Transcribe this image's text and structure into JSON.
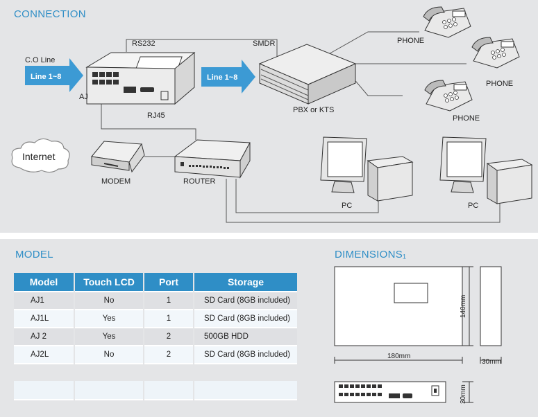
{
  "connection": {
    "title": "CONNECTION",
    "labels": {
      "co_line": "C.O Line",
      "line_in": "Line 1~8",
      "line_out": "Line 1~8",
      "rs232": "RS232",
      "smdr": "SMDR",
      "aj": "AJ",
      "rj45": "RJ45",
      "pbx": "PBX or KTS",
      "phone": "PHONE",
      "internet": "Internet",
      "modem": "MODEM",
      "router": "ROUTER",
      "pc": "PC"
    }
  },
  "model": {
    "title": "MODEL",
    "headers": [
      "Model",
      "Touch LCD",
      "Port",
      "Storage"
    ],
    "rows": [
      {
        "model": "AJ1",
        "touch_lcd": "No",
        "port": "1",
        "storage": "SD Card (8GB included)"
      },
      {
        "model": "AJ1L",
        "touch_lcd": "Yes",
        "port": "1",
        "storage": "SD Card (8GB included)"
      },
      {
        "model": "AJ 2",
        "touch_lcd": "Yes",
        "port": "2",
        "storage": "500GB HDD"
      },
      {
        "model": "AJ2L",
        "touch_lcd": "No",
        "port": "2",
        "storage": "SD Card (8GB included)"
      }
    ]
  },
  "dimensions": {
    "title": "DIMENSIONS₁",
    "height_label": "140mm",
    "width_label": "180mm",
    "depth_label": "30mm",
    "depth_label_bottom": "30mm",
    "front_height_label": "30mm"
  },
  "colors": {
    "accent": "#2f8ec6",
    "arrow": "#3c9ad4",
    "panel": "#e4e5e7"
  }
}
